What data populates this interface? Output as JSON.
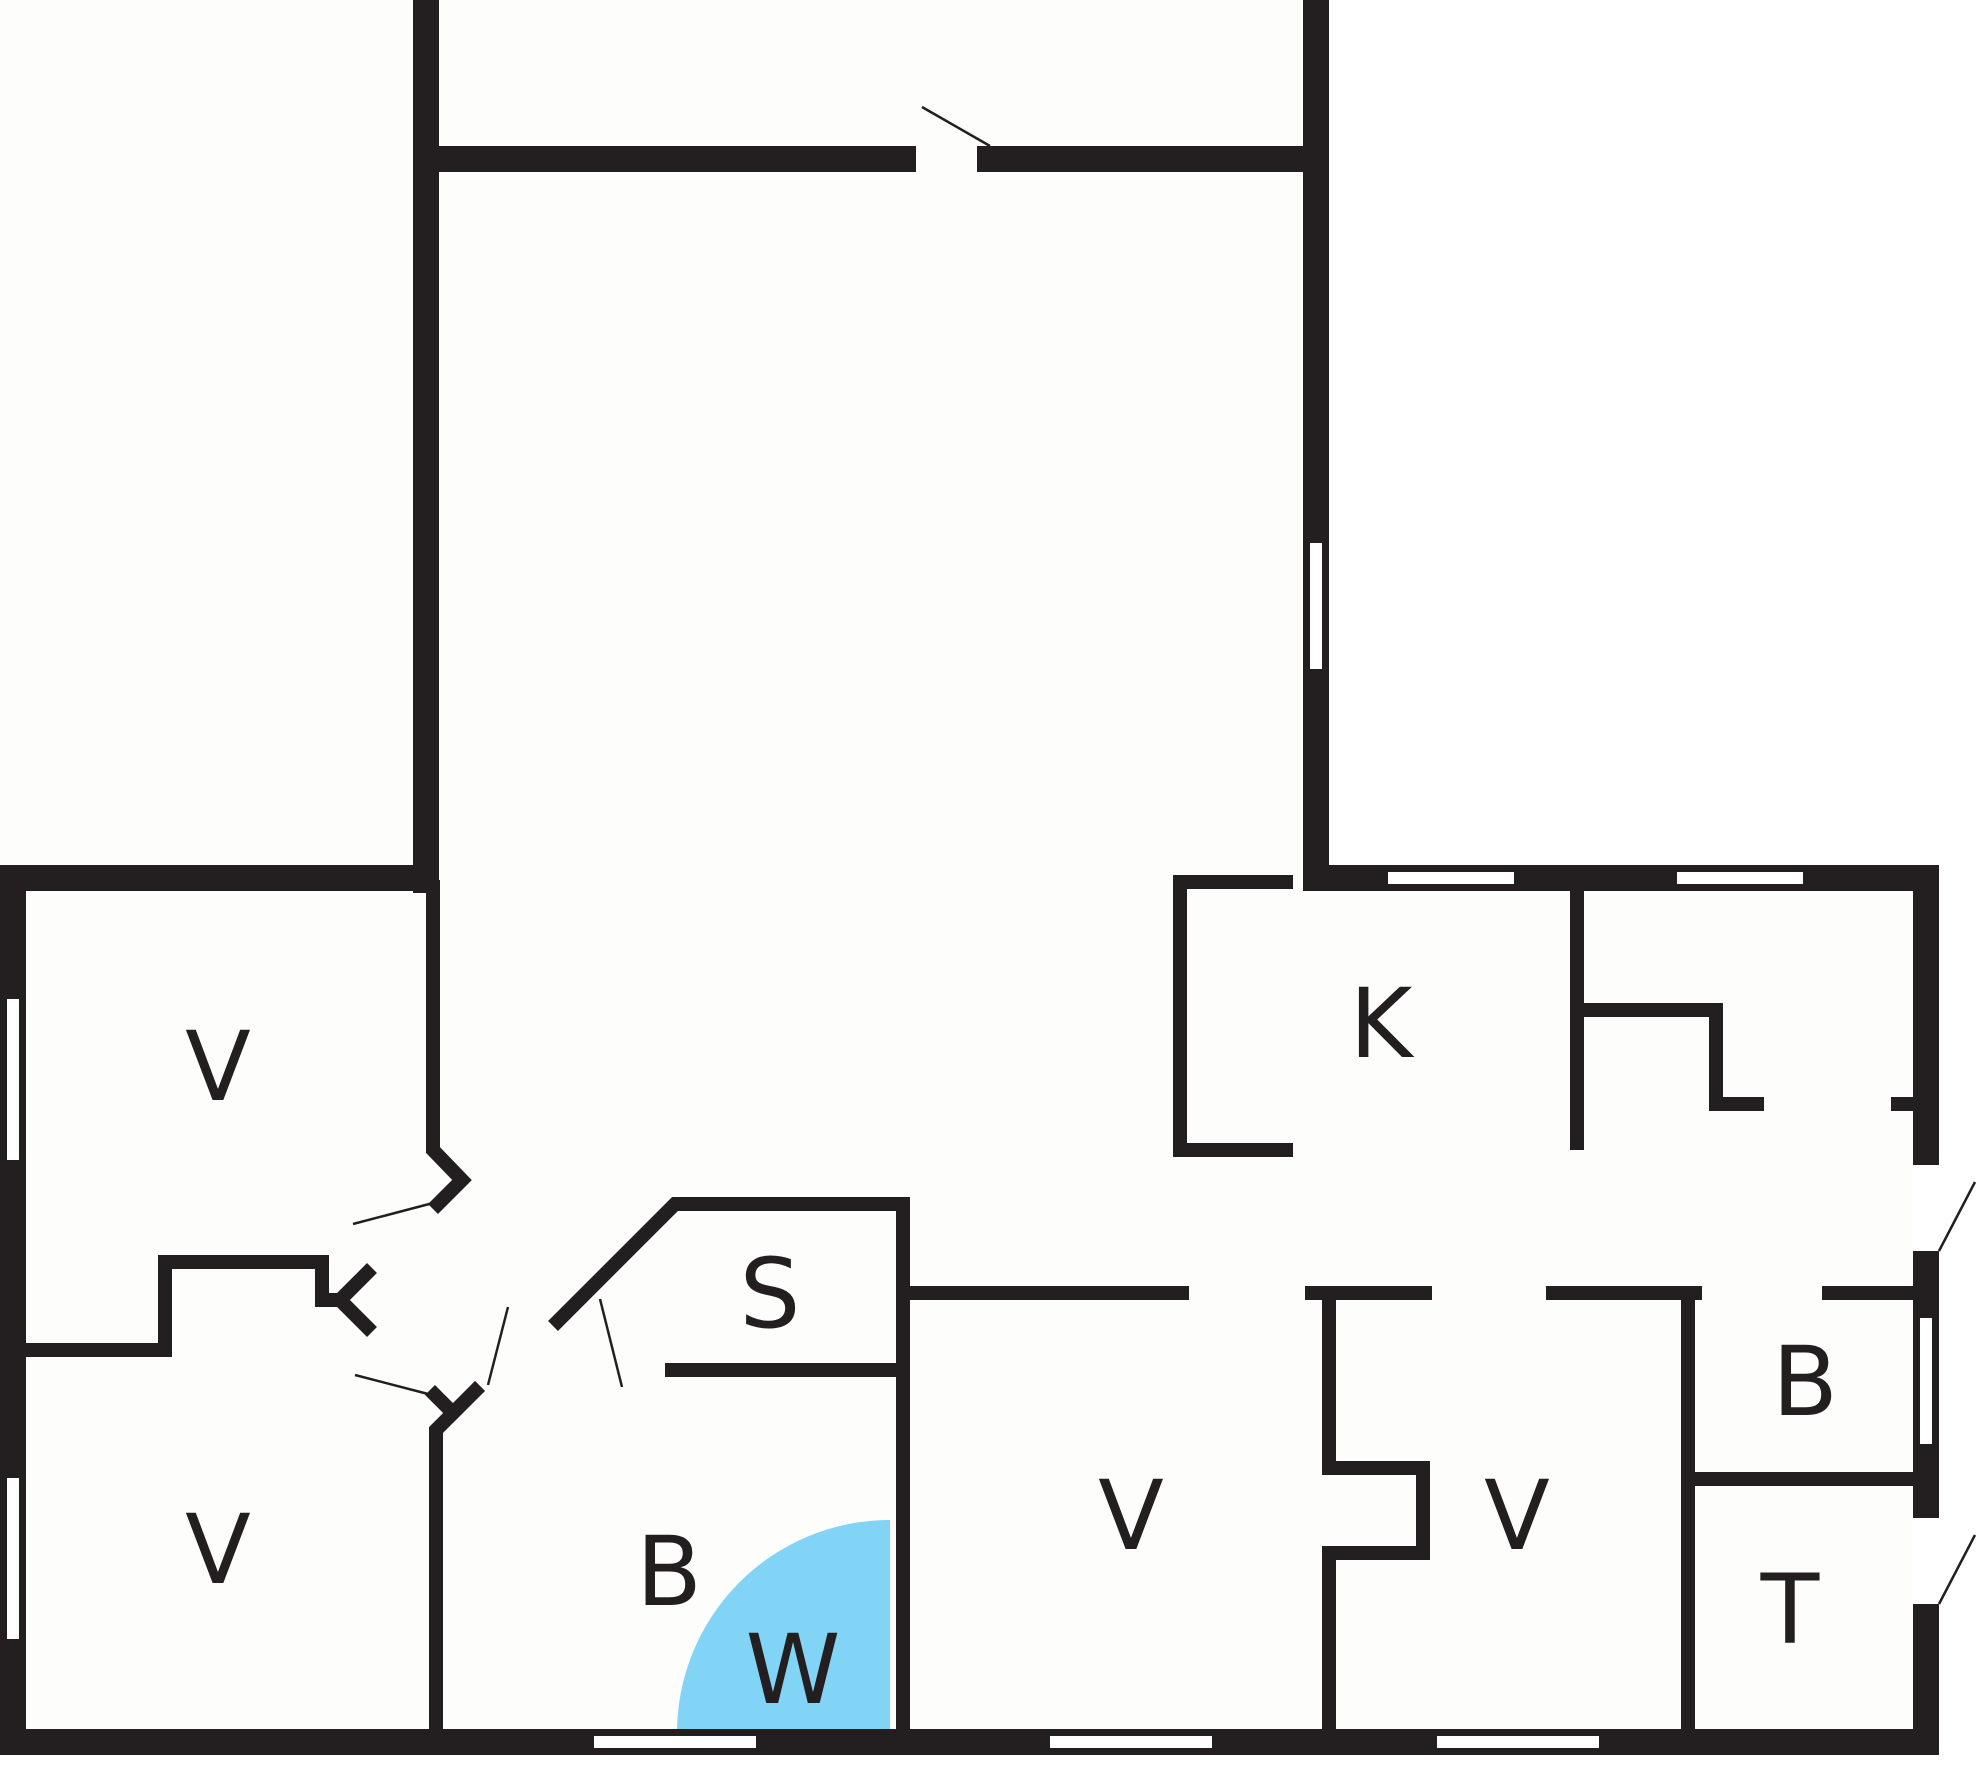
{
  "colors": {
    "wall": "#231f20",
    "floor": "#fdfdfb",
    "window": "#ffffff",
    "water": "#82d4f6"
  },
  "rooms": {
    "living_nw": "V",
    "living_sw": "V",
    "bath_center": "B",
    "storage": "S",
    "kitchen": "K",
    "living_center": "V",
    "living_east": "V",
    "bath_east": "B",
    "toilet": "T",
    "whirlpool": "W"
  }
}
